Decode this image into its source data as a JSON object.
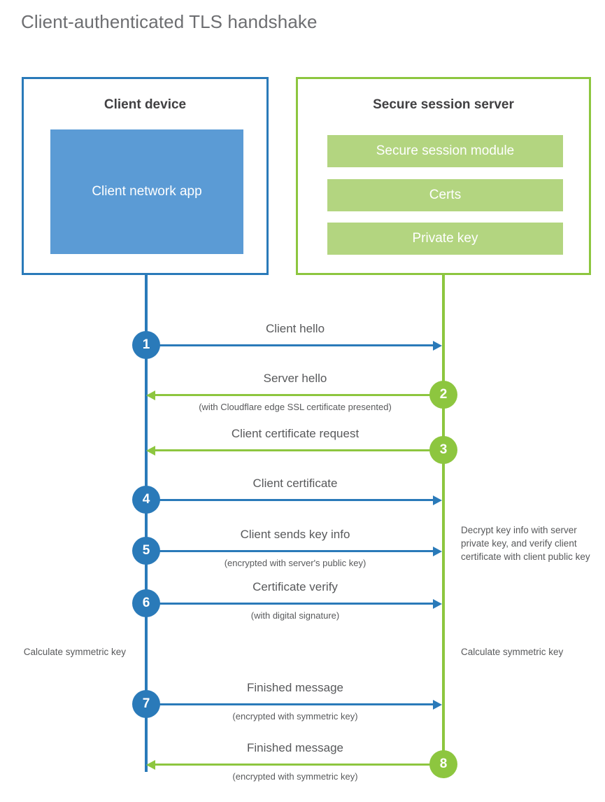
{
  "title": "Client-authenticated TLS handshake",
  "colors": {
    "blue_stroke": "#2a7ab9",
    "blue_fill": "#5b9bd5",
    "green_stroke": "#8dc63f",
    "green_fill": "#b3d580",
    "text": "#58595b",
    "heading": "#414042"
  },
  "panels": {
    "client": {
      "title": "Client device",
      "app_label": "Client network app"
    },
    "server": {
      "title": "Secure session server",
      "modules": [
        "Secure session module",
        "Certs",
        "Private key"
      ]
    }
  },
  "steps": [
    {
      "number": "1",
      "label": "Client hello",
      "sub": "",
      "direction": "client-to-server",
      "color": "blue"
    },
    {
      "number": "2",
      "label": "Server hello",
      "sub": "(with Cloudflare edge SSL certificate presented)",
      "direction": "server-to-client",
      "color": "green"
    },
    {
      "number": "3",
      "label": "Client certificate request",
      "sub": "",
      "direction": "server-to-client",
      "color": "green"
    },
    {
      "number": "4",
      "label": "Client certificate",
      "sub": "",
      "direction": "client-to-server",
      "color": "blue"
    },
    {
      "number": "5",
      "label": "Client sends key info",
      "sub": "(encrypted with server's public key)",
      "direction": "client-to-server",
      "color": "blue"
    },
    {
      "number": "6",
      "label": "Certificate verify",
      "sub": "(with digital signature)",
      "direction": "client-to-server",
      "color": "blue"
    },
    {
      "number": "7",
      "label": "Finished message",
      "sub": "(encrypted with symmetric key)",
      "direction": "client-to-server",
      "color": "blue"
    },
    {
      "number": "8",
      "label": "Finished message",
      "sub": "(encrypted with symmetric key)",
      "direction": "server-to-client",
      "color": "green"
    }
  ],
  "notes": {
    "server_decrypt": "Decrypt key info with server private key, and verify client certificate with client public key",
    "client_calculate": "Calculate symmetric key",
    "server_calculate": "Calculate symmetric key"
  }
}
